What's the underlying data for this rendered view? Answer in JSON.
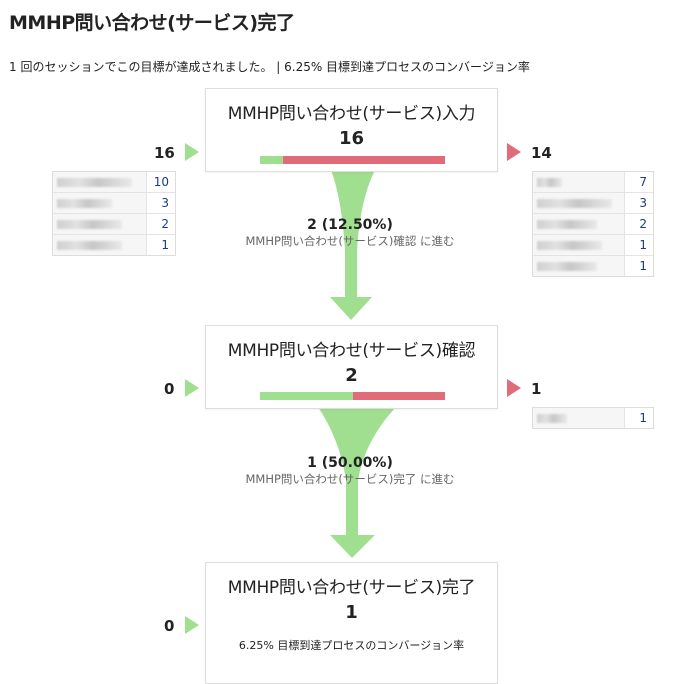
{
  "title": "MMHP問い合わせ(サービス)完了",
  "summary": "1 回のセッションでこの目標が達成されました。 | 6.25% 目標到達プロセスのコンバージョン率",
  "colors": {
    "enter": "#9fdf8f",
    "exit": "#e06c7a"
  },
  "steps": [
    {
      "name": "MMHP問い合わせ(サービス)入力",
      "value": "16",
      "entrances": "16",
      "exits": "14",
      "progress_fraction": 0.125,
      "entrance_sources": [
        {
          "label": "",
          "value": "10"
        },
        {
          "label": "",
          "value": "3"
        },
        {
          "label": "",
          "value": "2"
        },
        {
          "label": "",
          "value": "1"
        }
      ],
      "exit_destinations": [
        {
          "label": "",
          "value": "7"
        },
        {
          "label": "",
          "value": "3"
        },
        {
          "label": "",
          "value": "2"
        },
        {
          "label": "",
          "value": "1"
        },
        {
          "label": "",
          "value": "1"
        }
      ],
      "flow": {
        "count": "2 (12.50%)",
        "label": "MMHP問い合わせ(サービス)確認 に進む"
      }
    },
    {
      "name": "MMHP問い合わせ(サービス)確認",
      "value": "2",
      "entrances": "0",
      "exits": "1",
      "progress_fraction": 0.5,
      "exit_destinations": [
        {
          "label": "",
          "value": "1"
        }
      ],
      "flow": {
        "count": "1 (50.00%)",
        "label": "MMHP問い合わせ(サービス)完了 に進む"
      }
    },
    {
      "name": "MMHP問い合わせ(サービス)完了",
      "value": "1",
      "entrances": "0",
      "conversion": "6.25% 目標到達プロセスのコンバージョン率"
    }
  ]
}
